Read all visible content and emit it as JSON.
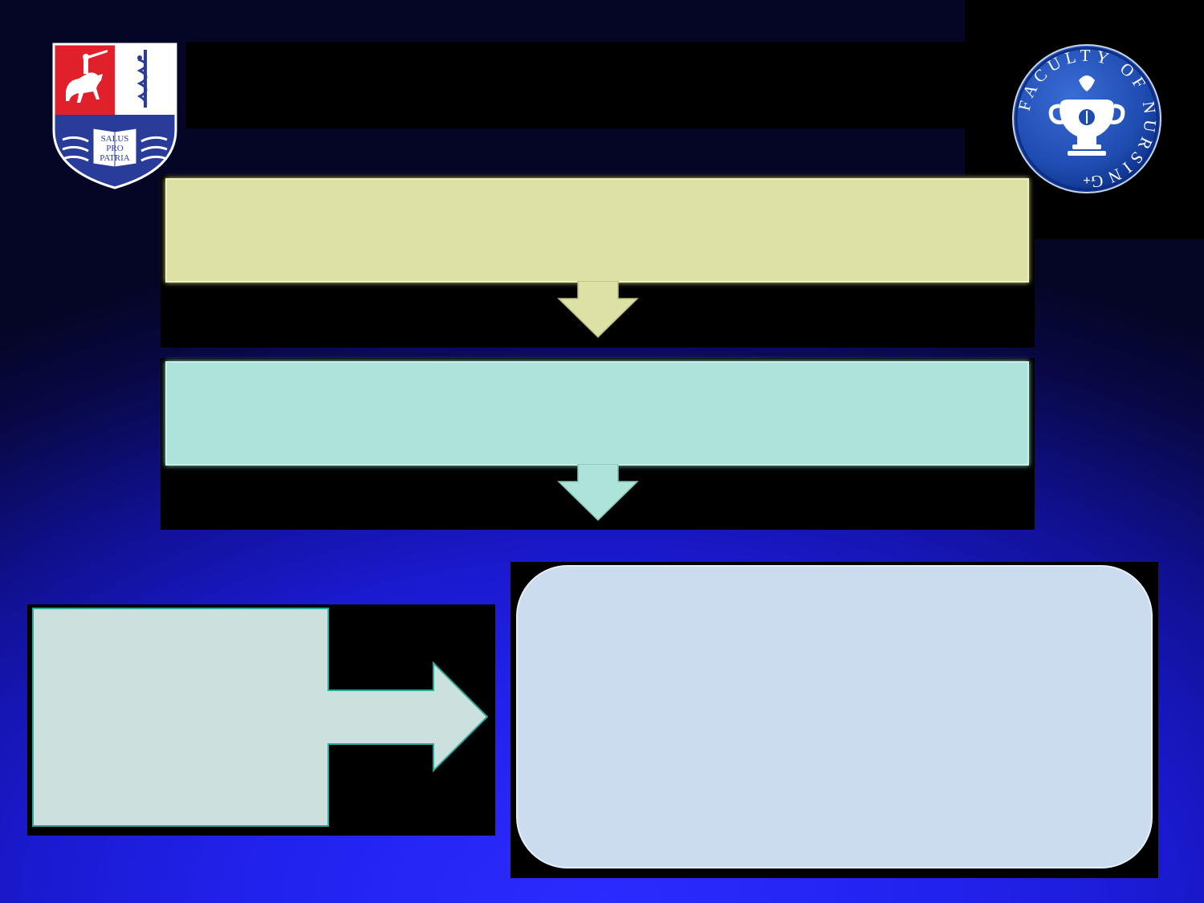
{
  "crest": {
    "motto_lines": [
      "SALUS",
      "PRO",
      "PATRIA"
    ],
    "colors": {
      "red": "#e0202a",
      "white": "#ffffff",
      "blue": "#2a3c9a"
    }
  },
  "faculty_logo": {
    "ring_text": "FACULTY OF NURSING",
    "symbol": "+",
    "colors": {
      "disc": "#1e4cb0",
      "ring": "#0d2f86",
      "emblem": "#ffffff"
    }
  },
  "title": "",
  "flow": {
    "step1": {
      "text": "",
      "fill": "#dde1a6"
    },
    "step2": {
      "text": "",
      "fill": "#ade3d8"
    },
    "callout": {
      "text": "",
      "fill": "#cce1de"
    },
    "result": {
      "text": "",
      "fill": "#ccdcef"
    }
  }
}
